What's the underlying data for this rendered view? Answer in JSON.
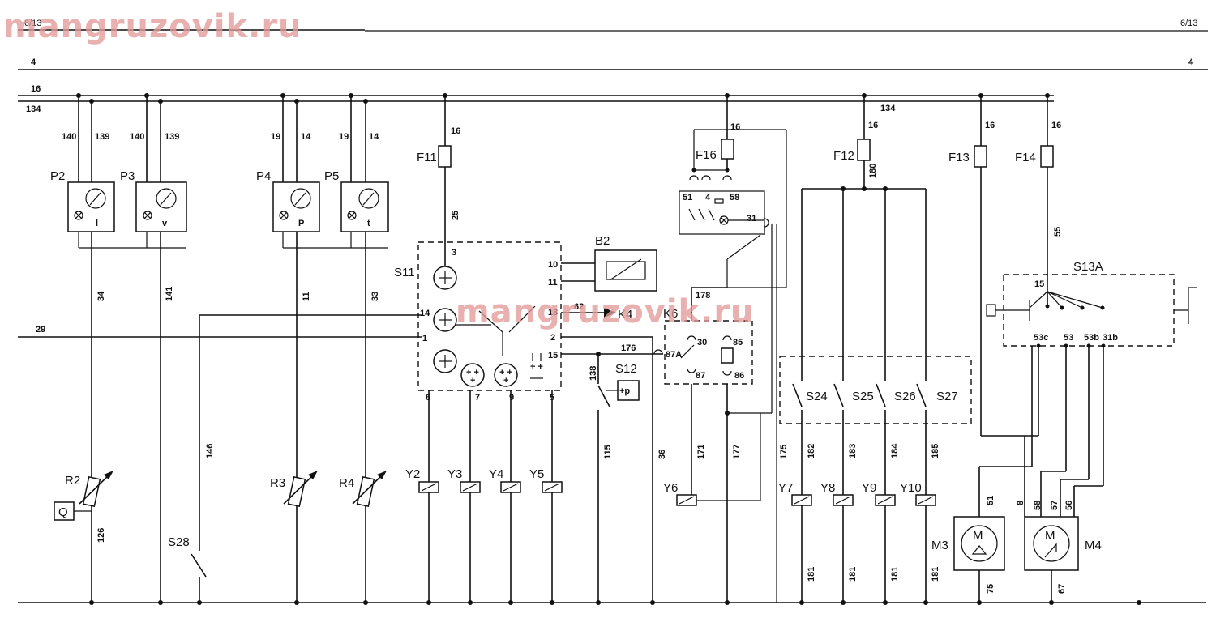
{
  "page": {
    "ref_left": "6/13",
    "ref_right": "6/13"
  },
  "watermarks": [
    "mangruzovik.ru",
    "mangruzovik.ru"
  ],
  "rails": [
    {
      "id": "4",
      "left": "4",
      "right": "4"
    },
    {
      "id": "16",
      "label": "16"
    },
    {
      "id": "134",
      "label": "134"
    },
    {
      "id": "29",
      "label": "29"
    }
  ],
  "gauges": [
    {
      "name": "P2",
      "sym": "l",
      "wires": [
        "140",
        "139"
      ],
      "out": "34"
    },
    {
      "name": "P3",
      "sym": "v",
      "wires": [
        "140",
        "139"
      ],
      "out": "141"
    },
    {
      "name": "P4",
      "sym": "P",
      "wires": [
        "19",
        "14"
      ],
      "out": "11"
    },
    {
      "name": "P5",
      "sym": "t",
      "wires": [
        "19",
        "14"
      ],
      "out": "33"
    }
  ],
  "sensors": [
    {
      "name": "R2",
      "sub": "Q",
      "wire": "126"
    },
    {
      "name": "R3"
    },
    {
      "name": "R4"
    }
  ],
  "switch_s28": {
    "name": "S28",
    "wire": "146"
  },
  "module_s11": {
    "name": "S11",
    "pins_top": "3",
    "pins_right": [
      "10",
      "11",
      "13",
      "2",
      "15"
    ],
    "pins_left": [
      "14",
      "1"
    ],
    "pins_bottom": [
      "6",
      "7",
      "9",
      "5"
    ],
    "feed": "16",
    "feed_mid": "25",
    "wire_62": "62",
    "wire_36": "36",
    "wire_176": "176",
    "wire_138": "138",
    "wire_115": "115"
  },
  "b2": {
    "name": "B2"
  },
  "k4": {
    "name": "K4"
  },
  "fuses": [
    {
      "name": "F11",
      "wire": "16"
    },
    {
      "name": "F16",
      "wire": "16"
    },
    {
      "name": "F12",
      "wire": "16",
      "bus": "134",
      "out": "180"
    },
    {
      "name": "F13",
      "wire": "16"
    },
    {
      "name": "F14",
      "wire": "16",
      "out": "55"
    }
  ],
  "relay_block": {
    "pins": [
      "51",
      "4",
      "58",
      "31"
    ]
  },
  "relay_k6": {
    "name": "K6",
    "pins": [
      "87A",
      "30",
      "85",
      "87",
      "86"
    ],
    "wire_178": "178",
    "wire_171": "171",
    "wire_177": "177",
    "wire_175": "175"
  },
  "s12": {
    "name": "S12",
    "sym": "+p"
  },
  "valves": [
    "Y2",
    "Y3",
    "Y4",
    "Y5",
    "Y6",
    "Y7",
    "Y8",
    "Y9",
    "Y10"
  ],
  "switches_group": {
    "names": [
      "S24",
      "S25",
      "S26",
      "S27"
    ],
    "wires": [
      "182",
      "183",
      "184",
      "185"
    ],
    "grounds": [
      "181",
      "181",
      "181",
      "181"
    ]
  },
  "s13a": {
    "name": "S13A",
    "pin_in": "15",
    "pins": [
      "53c",
      "53",
      "53b",
      "31b"
    ]
  },
  "m3": {
    "name": "M3",
    "wire_in": "51",
    "wire_out": "75"
  },
  "m4": {
    "name": "M4",
    "wires_in": [
      "8",
      "58",
      "57",
      "56"
    ],
    "wire_out": "67"
  }
}
